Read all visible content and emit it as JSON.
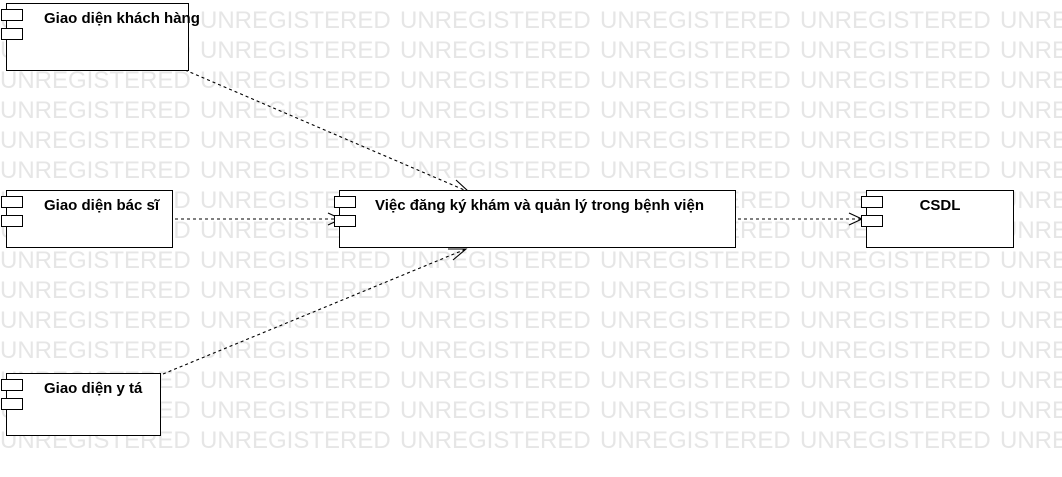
{
  "diagram": {
    "components": {
      "khach_hang": "Giao diện khách hàng",
      "bac_si": "Giao diện bác sĩ",
      "y_ta": "Giao diện y tá",
      "main": "Việc đăng ký khám và quản lý trong bệnh viện",
      "csdl": "CSDL"
    },
    "dependencies": [
      {
        "from": "Giao diện khách hàng",
        "to": "Việc đăng ký khám và quản lý trong bệnh viện"
      },
      {
        "from": "Giao diện bác sĩ",
        "to": "Việc đăng ký khám và quản lý trong bệnh viện"
      },
      {
        "from": "Giao diện y tá",
        "to": "Việc đăng ký khám và quản lý trong bệnh viện"
      },
      {
        "from": "Việc đăng ký khám và quản lý trong bệnh viện",
        "to": "CSDL"
      }
    ]
  },
  "watermark": {
    "text": "UNREGISTERED",
    "color": "#e6e6e6"
  },
  "colors": {
    "stroke": "#000000",
    "background": "#ffffff"
  }
}
